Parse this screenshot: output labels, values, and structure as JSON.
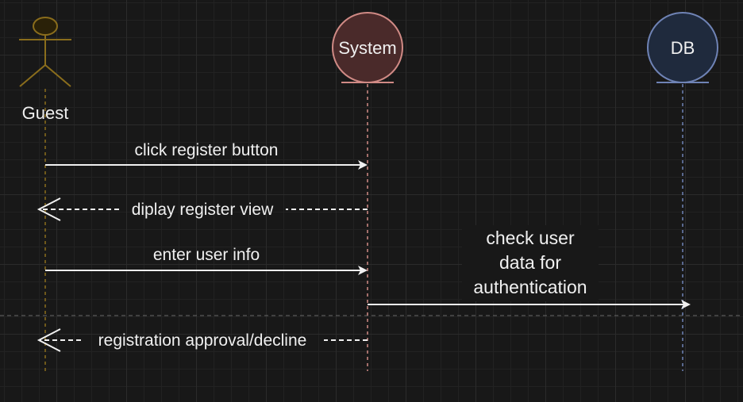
{
  "participants": {
    "guest": {
      "label": "Guest",
      "color": "#8a6d1c"
    },
    "system": {
      "label": "System",
      "fill": "#4a2a2a",
      "stroke": "#d08a85"
    },
    "db": {
      "label": "DB",
      "fill": "#1f2a3d",
      "stroke": "#6f83b5"
    }
  },
  "messages": [
    {
      "label": "click register button",
      "kind": "sync"
    },
    {
      "label": "diplay register view",
      "kind": "return"
    },
    {
      "label": "enter user info",
      "kind": "sync"
    },
    {
      "label_lines": [
        "check user",
        "data for",
        "authentication"
      ],
      "kind": "sync"
    },
    {
      "label": "registration approval/decline",
      "kind": "return"
    }
  ],
  "colors": {
    "arrow": "#f0f0f0",
    "background": "#181818",
    "divider": "#6a6a6a"
  }
}
